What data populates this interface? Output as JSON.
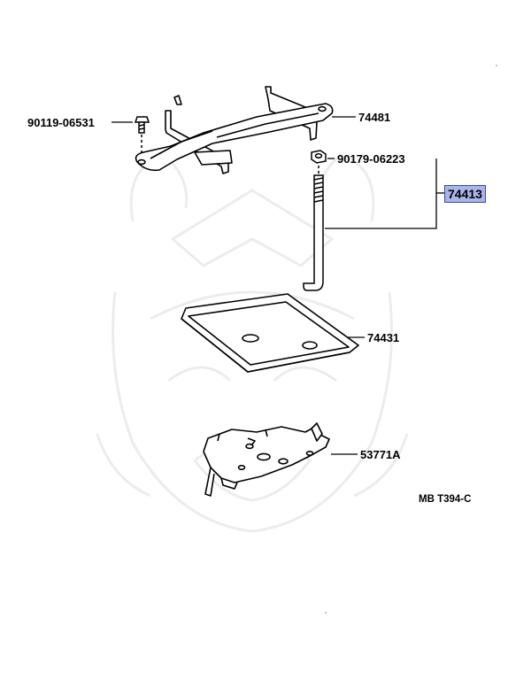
{
  "diagram": {
    "parts": [
      {
        "id": "p1",
        "number": "90119-06531"
      },
      {
        "id": "p2",
        "number": "74481"
      },
      {
        "id": "p3",
        "number": "90179-06223"
      },
      {
        "id": "p4",
        "number": "74413",
        "highlighted": true,
        "highlight_color": "#a9b4ea"
      },
      {
        "id": "p5",
        "number": "74431"
      },
      {
        "id": "p6",
        "number": "53771A"
      }
    ],
    "figure_code": "MB T394-C"
  }
}
